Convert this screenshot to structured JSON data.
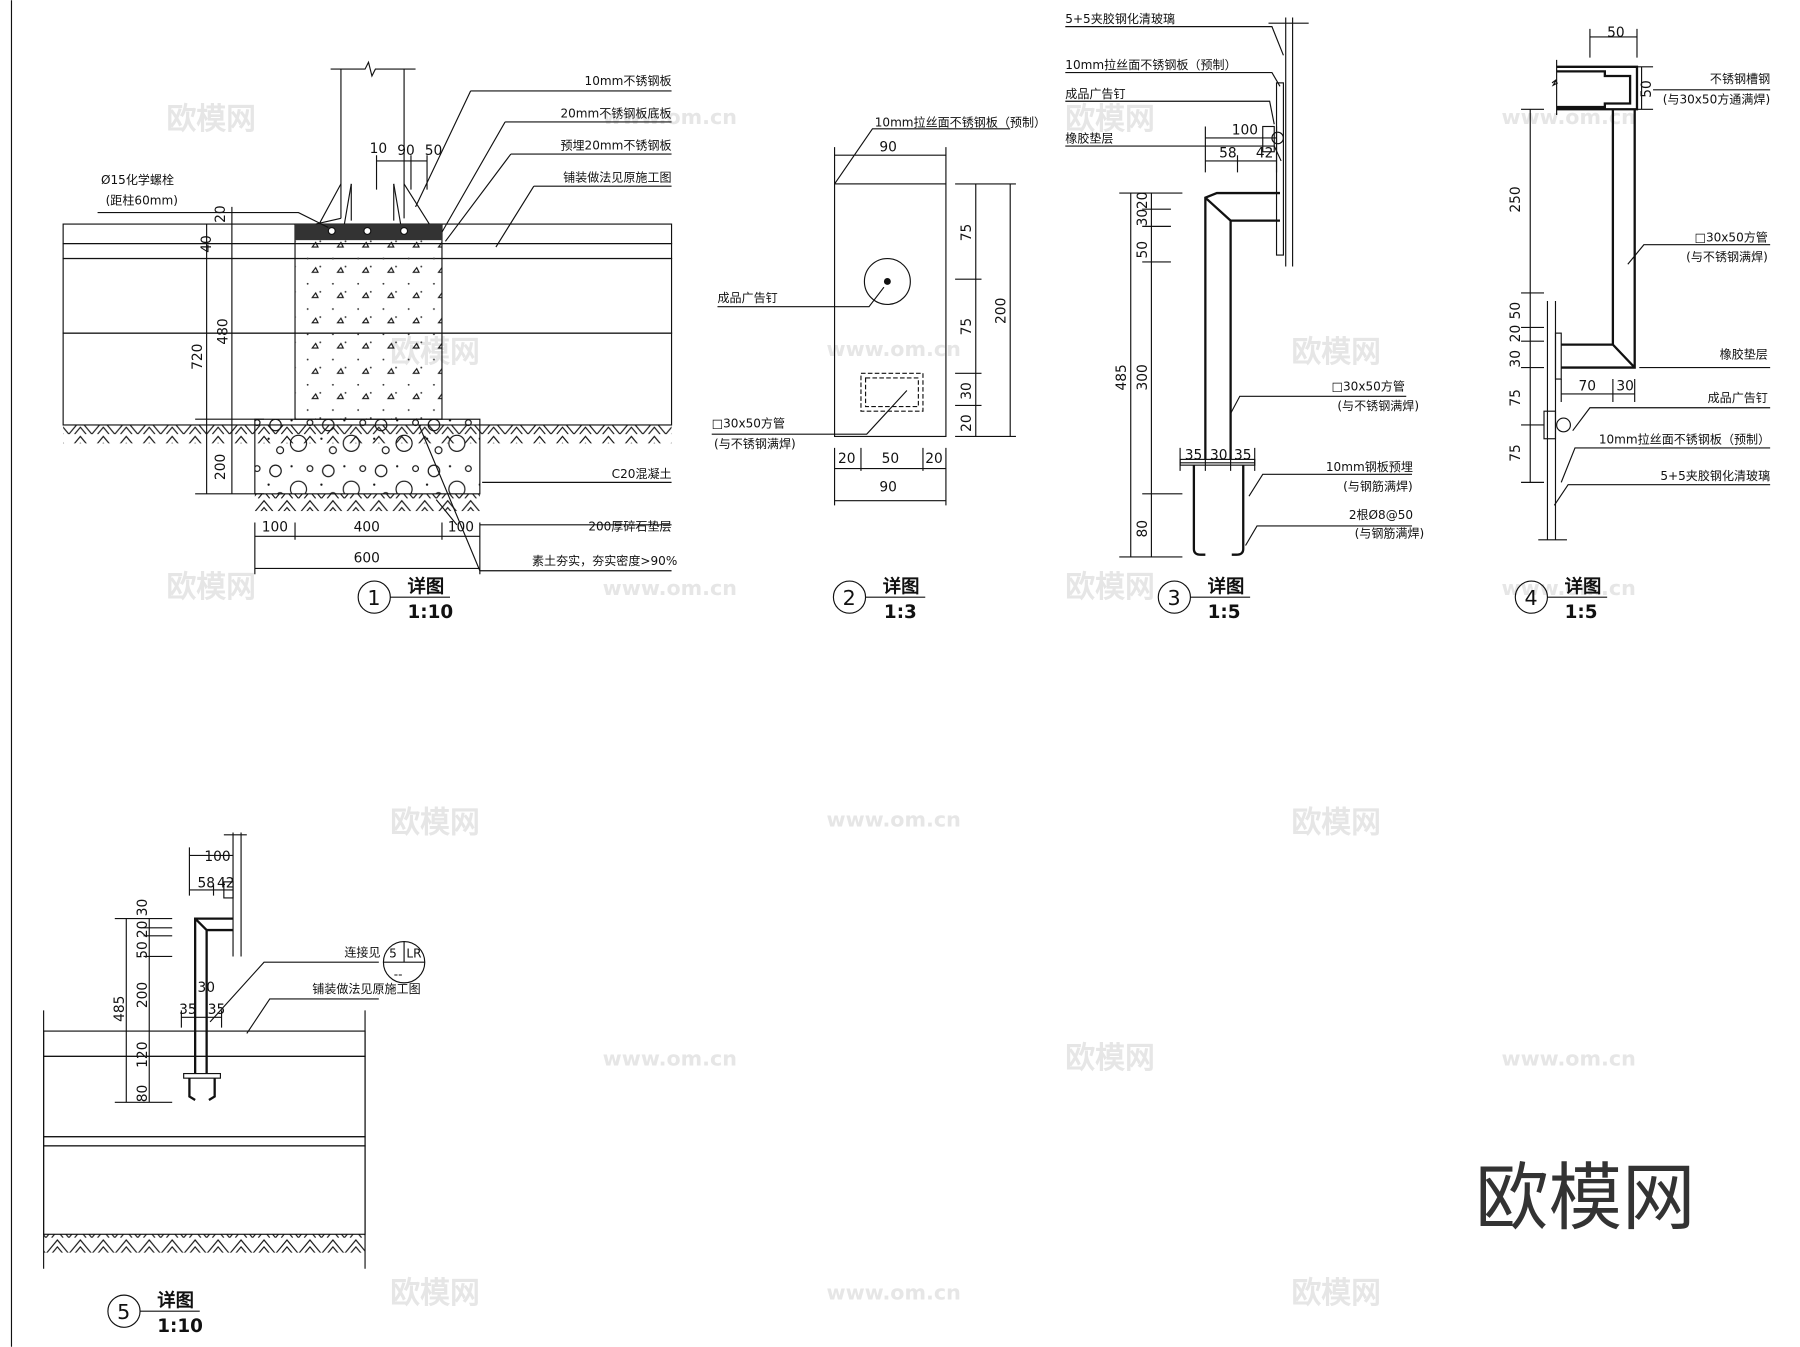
{
  "watermarks": {
    "logo": "欧模网",
    "url": "www.om.cn"
  },
  "detail1": {
    "title": "详图",
    "number": "1",
    "scale": "1:10",
    "labels": [
      "10mm不锈钢板",
      "20mm不锈钢板底板",
      "预埋20mm不锈钢板",
      "铺装做法见原施工图",
      "Ø15化学螺栓",
      "(距柱60mm)",
      "C20混凝土",
      "200厚碎石垫层",
      "素土夯实，夯实密度>90%"
    ],
    "dims": [
      "10",
      "90",
      "50",
      "20",
      "40",
      "480",
      "720",
      "200",
      "100",
      "400",
      "100",
      "600"
    ]
  },
  "detail2": {
    "title": "详图",
    "number": "2",
    "scale": "1:3",
    "labels": [
      "10mm拉丝面不锈钢板（预制）",
      "成品广告钉",
      "□30x50方管",
      "(与不锈钢满焊)"
    ],
    "dims": [
      "90",
      "75",
      "75",
      "30",
      "20",
      "200",
      "20",
      "50",
      "20",
      "90"
    ]
  },
  "detail3": {
    "title": "详图",
    "number": "3",
    "scale": "1:5",
    "labels": [
      "5+5夹胶钢化清玻璃",
      "10mm拉丝面不锈钢板（预制）",
      "成品广告钉",
      "橡胶垫层",
      "□30x50方管",
      "(与不锈钢满焊)",
      "10mm钢板预埋",
      "(与钢筋满焊)",
      "2根Ø8@50",
      "(与钢筋满焊)"
    ],
    "dims": [
      "100",
      "58",
      "42",
      "20",
      "30",
      "50",
      "300",
      "485",
      "35",
      "30",
      "35",
      "80"
    ]
  },
  "detail4": {
    "title": "详图",
    "number": "4",
    "scale": "1:5",
    "labels": [
      "不锈钢槽钢",
      "(与30x50方通满焊)",
      "□30x50方管",
      "(与不锈钢满焊)",
      "橡胶垫层",
      "成品广告钉",
      "10mm拉丝面不锈钢板（预制）",
      "5+5夹胶钢化清玻璃"
    ],
    "dims": [
      "50",
      "50",
      "250",
      "50",
      "20",
      "30",
      "70",
      "30",
      "75",
      "75"
    ]
  },
  "detail5": {
    "title": "详图",
    "number": "5",
    "scale": "1:10",
    "labels": [
      "连接见",
      "铺装做法见原施工图"
    ],
    "ref": {
      "number": "5",
      "sheet": "LR",
      "below": "--"
    },
    "dims": [
      "100",
      "58",
      "42",
      "30",
      "50",
      "20",
      "200",
      "485",
      "30",
      "35",
      "35",
      "120",
      "80"
    ]
  }
}
